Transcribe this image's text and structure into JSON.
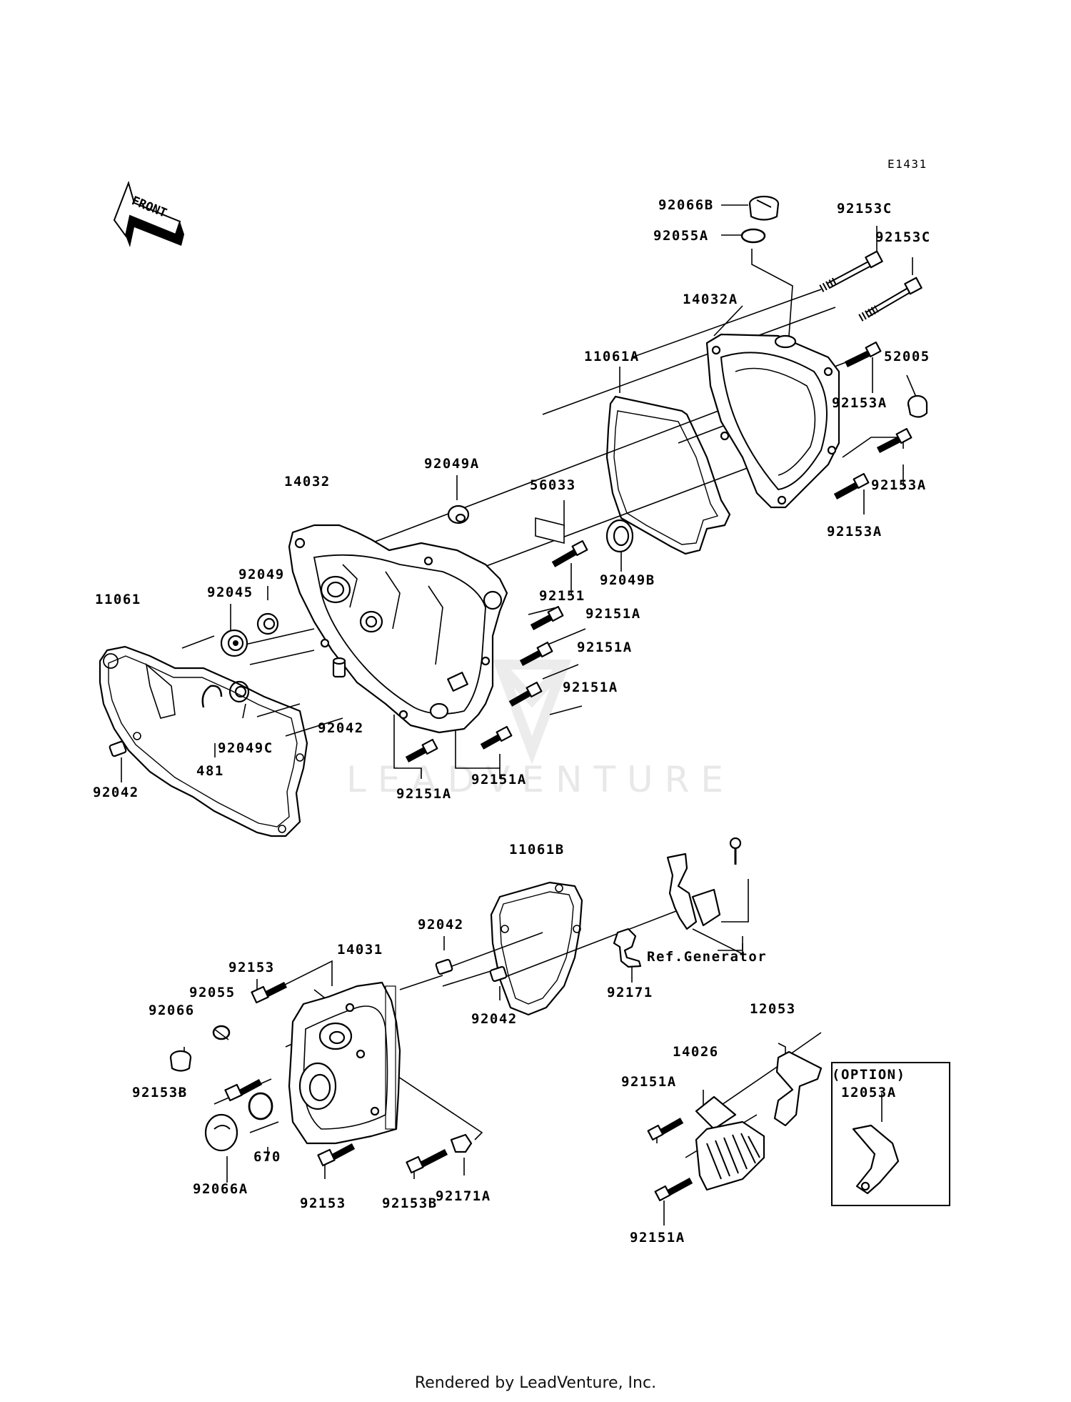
{
  "diagram_id": "E1431",
  "front_label": "FRONT",
  "watermark": "LEADVENTURE",
  "credit": "Rendered by LeadVenture, Inc.",
  "labels": {
    "p92066B": "92066B",
    "p92055A": "92055A",
    "p92153C_1": "92153C",
    "p92153C_2": "92153C",
    "p14032A": "14032A",
    "p11061A": "11061A",
    "p52005": "52005",
    "p92153A_1": "92153A",
    "p92153A_2": "92153A",
    "p92153A_3": "92153A",
    "p92049A": "92049A",
    "p56033": "56033",
    "p14032": "14032",
    "p92049": "92049",
    "p92045": "92045",
    "p11061": "11061",
    "p92151": "92151",
    "p92049B": "92049B",
    "p92151A_1": "92151A",
    "p92151A_2": "92151A",
    "p92151A_3": "92151A",
    "p92042_1": "92042",
    "p92049C": "92049C",
    "p481": "481",
    "p92042_2": "92042",
    "p92151A_4": "92151A",
    "p92151A_5": "92151A",
    "p11061B": "11061B",
    "p92042_3": "92042",
    "p92153_1": "92153",
    "p14031": "14031",
    "p92055": "92055",
    "p92066": "92066",
    "p92042_4": "92042",
    "p92171": "92171",
    "ref_generator": "Ref.Generator",
    "p12053": "12053",
    "p14026": "14026",
    "option": "(OPTION)",
    "p12053A": "12053A",
    "p92151A_6": "92151A",
    "p92153B_1": "92153B",
    "p670": "670",
    "p92066A": "92066A",
    "p92153_2": "92153",
    "p92153B_2": "92153B",
    "p92171A": "92171A",
    "p92151A_7": "92151A"
  }
}
